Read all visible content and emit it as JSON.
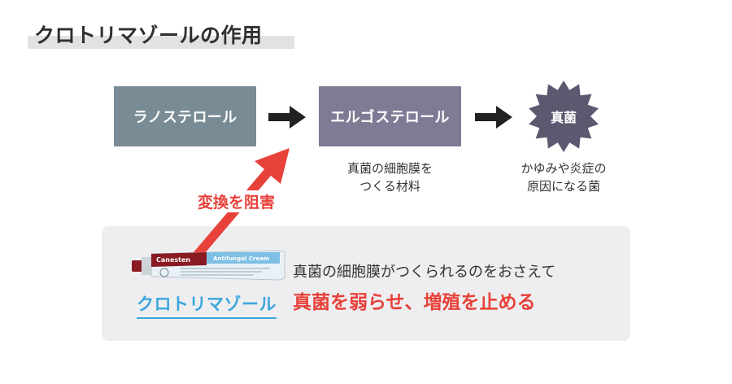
{
  "title": "クロトリマゾールの作用",
  "pathway": {
    "step1": "ラノステロール",
    "step2": "エルゴステロール",
    "step3": "真菌",
    "step2_caption": [
      "真菌の細胞膜を",
      "つくる材料"
    ],
    "step3_caption": [
      "かゆみや炎症の",
      "原因になる菌"
    ]
  },
  "inhibition": {
    "label": "変換を阻害"
  },
  "drug": {
    "name": "クロトリマゾール",
    "tube_brand": "Canesten",
    "tube_product": "Antifungal Cream"
  },
  "effect": {
    "line1": "真菌の細胞膜がつくられるのをおさえて",
    "line2": "真菌を弱らせ、増殖を止める"
  },
  "colors": {
    "lanosterol_box": "#798b94",
    "ergosterol_box": "#817a95",
    "fungus": "#5d5770",
    "accent_red": "#e8413a",
    "drug_blue": "#3aa6dc",
    "panel_bg": "#eeeef1"
  }
}
